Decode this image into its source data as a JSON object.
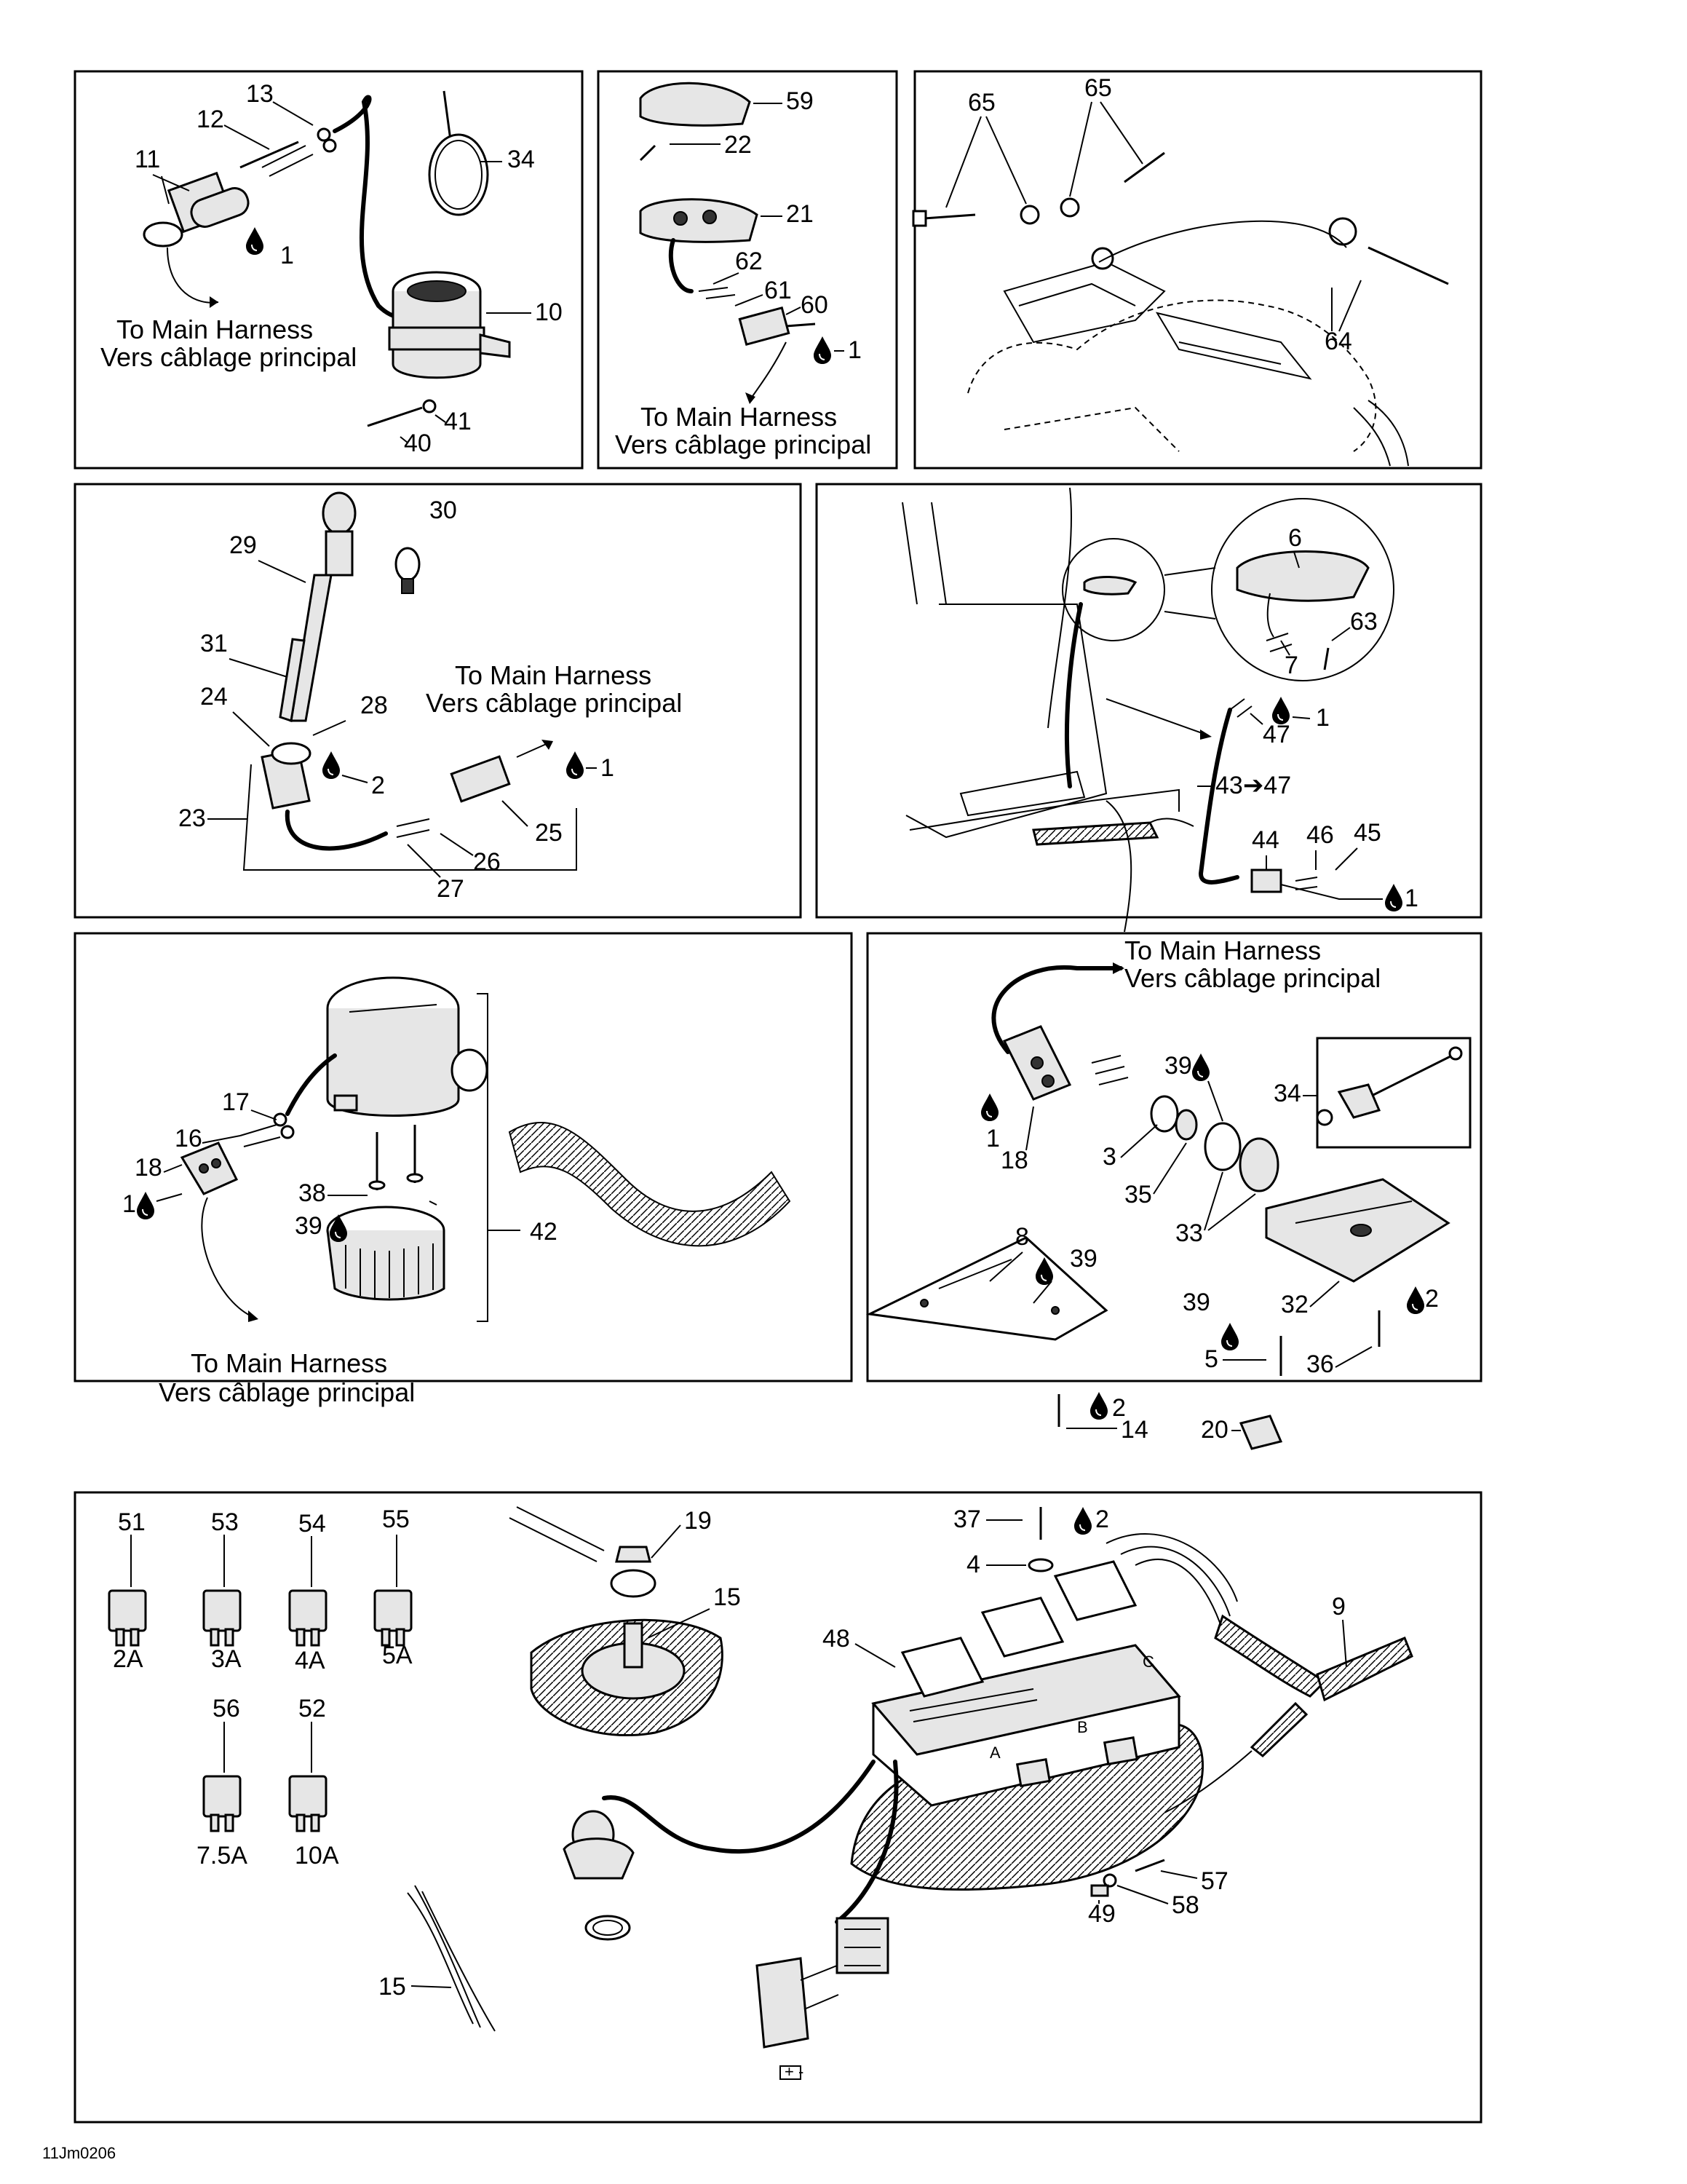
{
  "caption": {
    "en": "To Main Harness",
    "fr": "Vers câblage principal"
  },
  "symbols": {
    "drop": "oil-drop-icon",
    "arrow": "right-arrow",
    "battery": "battery-icon"
  },
  "arrow_label": "43➔47",
  "fuse_ratings": [
    "2A",
    "3A",
    "4A",
    "5A",
    "7.5A",
    "10A"
  ],
  "callouts": {
    "panel1": [
      "13",
      "12",
      "11",
      "34",
      "1",
      "10",
      "41",
      "40"
    ],
    "panel2": [
      "59",
      "22",
      "21",
      "62",
      "61",
      "60",
      "1"
    ],
    "panel3": [
      "65",
      "65",
      "64"
    ],
    "panel4": [
      "30",
      "29",
      "31",
      "24",
      "28",
      "2",
      "1",
      "23",
      "25",
      "26",
      "27"
    ],
    "panel5": [
      "6",
      "63",
      "7",
      "1",
      "47",
      "44",
      "46",
      "45",
      "1"
    ],
    "panel6": [
      "17",
      "16",
      "18",
      "1",
      "38",
      "39",
      "42"
    ],
    "panel7": [
      "18",
      "1",
      "39",
      "34",
      "3",
      "35",
      "33",
      "8",
      "39",
      "32",
      "2",
      "39",
      "36",
      "5",
      "2",
      "14",
      "20"
    ],
    "panel8": [
      "51",
      "53",
      "54",
      "55",
      "56",
      "52",
      "19",
      "15",
      "37",
      "2",
      "4",
      "48",
      "9",
      "57",
      "49",
      "58",
      "15"
    ]
  },
  "drawing_id": "11Jm0206"
}
